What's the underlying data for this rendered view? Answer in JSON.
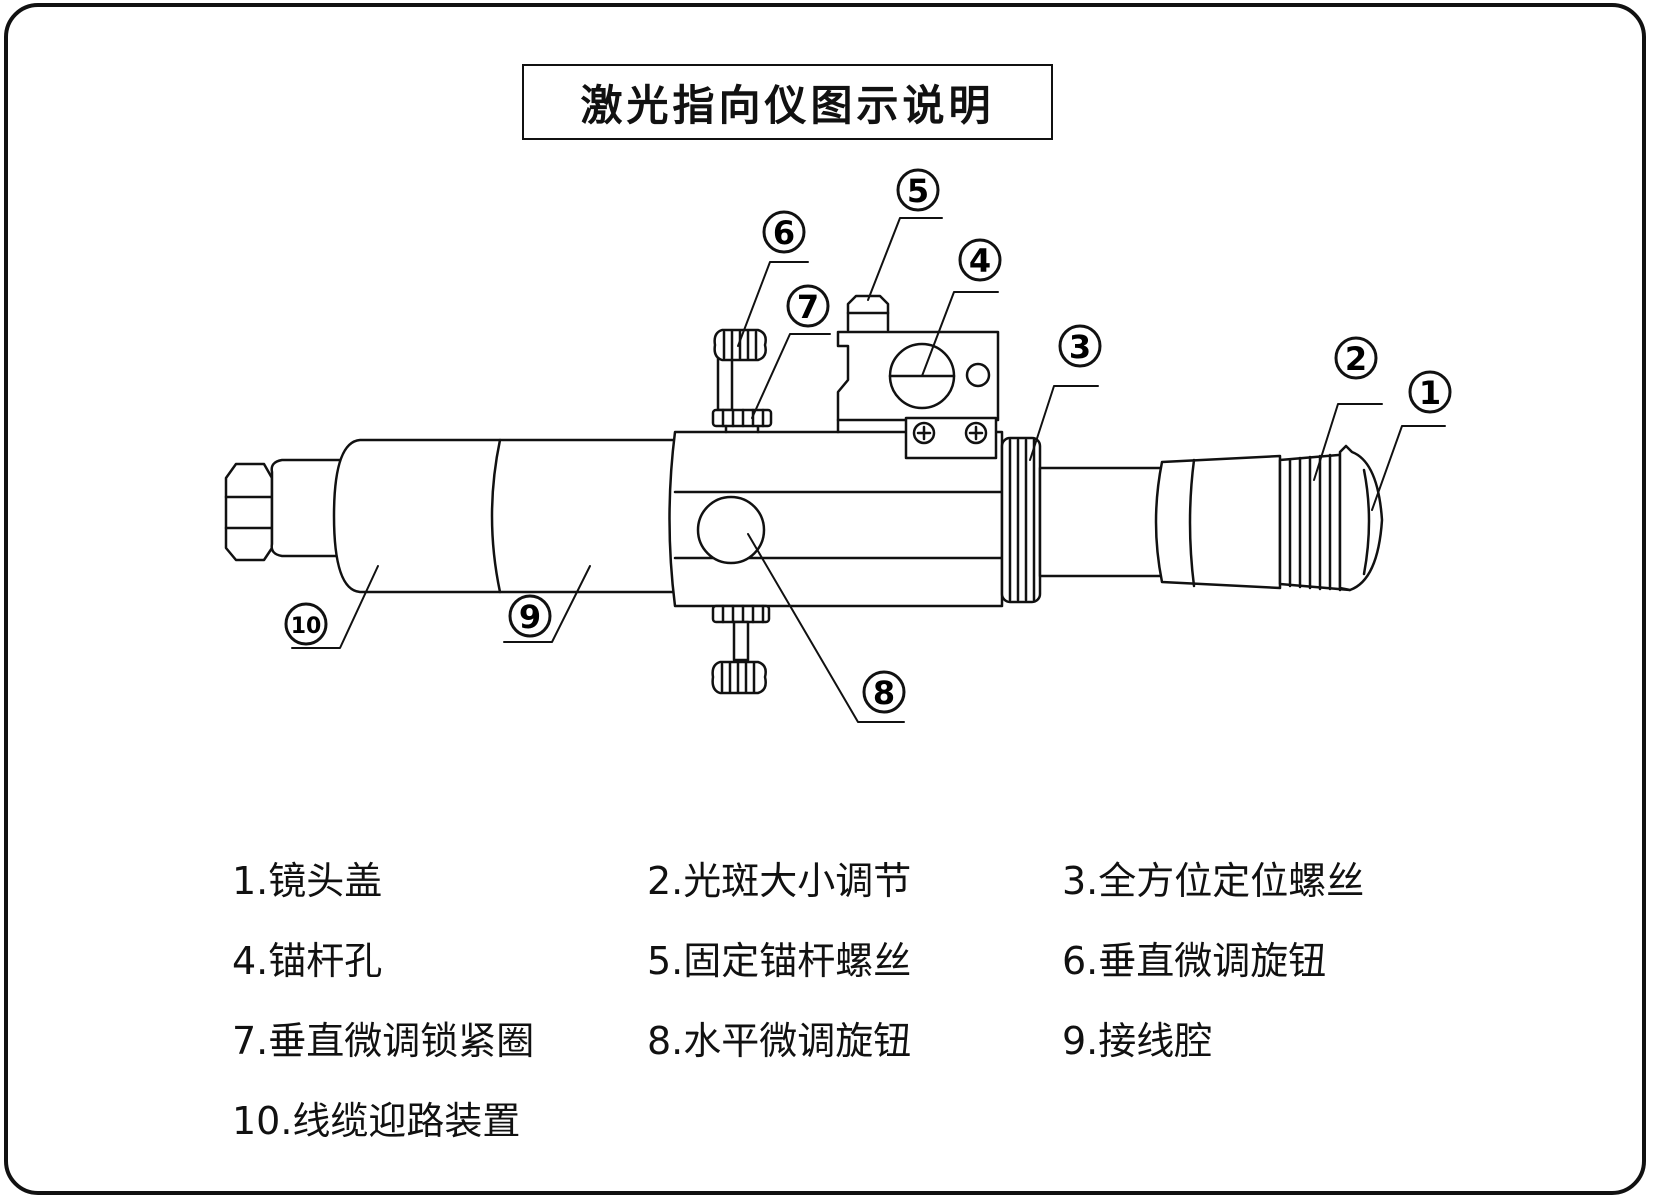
{
  "title": "激光指向仪图示说明",
  "callouts": [
    "1",
    "2",
    "3",
    "4",
    "5",
    "6",
    "7",
    "8",
    "9",
    "10"
  ],
  "legend": [
    "1.镜头盖",
    "2.光斑大小调节",
    "3.全方位定位螺丝",
    "4.锚杆孔",
    "5.固定锚杆螺丝",
    "6.垂直微调旋钮",
    "7.垂直微调锁紧圈",
    "8.水平微调旋钮",
    "9.接线腔",
    "10.线缆迎路装置"
  ],
  "colors": {
    "line": "#111111",
    "background": "#ffffff"
  }
}
